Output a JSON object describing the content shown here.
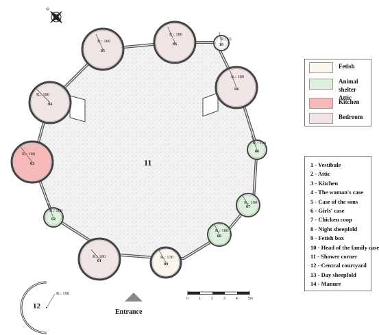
{
  "courtyard_label": "11",
  "entrance_label": "Entrance",
  "dayfold_label": "12",
  "dayfold_radius": "R.: 190",
  "huts": [
    {
      "num": "05",
      "radius": "R.: 180",
      "fill": "#f1e4e4"
    },
    {
      "num": "06",
      "radius": "R.: 180",
      "fill": "#f1e4e4"
    },
    {
      "num": "10",
      "radius": "R.: 65",
      "fill": "#ffffff"
    },
    {
      "num": "04",
      "radius": "R.: 180",
      "fill": "#f1e4e4"
    },
    {
      "num": "04",
      "radius": "R.: 180",
      "fill": "#f1e4e4"
    },
    {
      "num": "03",
      "radius": "R.: 180",
      "fill": "#f5b9b9"
    },
    {
      "num": "02",
      "radius": "R.: 100",
      "fill": "#ddf0dc"
    },
    {
      "num": "06",
      "radius": "R.: 100",
      "fill": "#ddf0dc"
    },
    {
      "num": "07",
      "radius": "R.: 100",
      "fill": "#ddf0dc"
    },
    {
      "num": "08",
      "radius": "R.: 180",
      "fill": "#ddf0dc"
    },
    {
      "num": "01",
      "radius": "R.: 180",
      "fill": "#f1e4e4"
    },
    {
      "num": "09",
      "radius": "R.: 130",
      "fill": "#fbf5ee"
    }
  ],
  "legend_colors": [
    {
      "label": "Fetish",
      "color": "#fbf5ee"
    },
    {
      "label": "Animal shelter\nAttic",
      "color": "#ddf0dc"
    },
    {
      "label": "Kitchen",
      "color": "#f5b9b9"
    },
    {
      "label": "Bedroom",
      "color": "#f1e4e4"
    }
  ],
  "key": [
    "1 - Vestibule",
    "2 - Attic",
    "3 - Kitchen",
    "4 - The woman's case",
    "5 - Case of the sons",
    "6 - Girls' case",
    "7 - Chicken coop",
    "8 - Night sheepfold",
    "9 - Fetish box",
    "10 - Head of the family case",
    "11 - Shower corner",
    "12 - Central courtyard",
    "13 - Day sheepfold",
    "14 - Manure"
  ],
  "scale": {
    "ticks": [
      "0",
      "1",
      "2",
      "3",
      "4",
      "5m"
    ]
  }
}
